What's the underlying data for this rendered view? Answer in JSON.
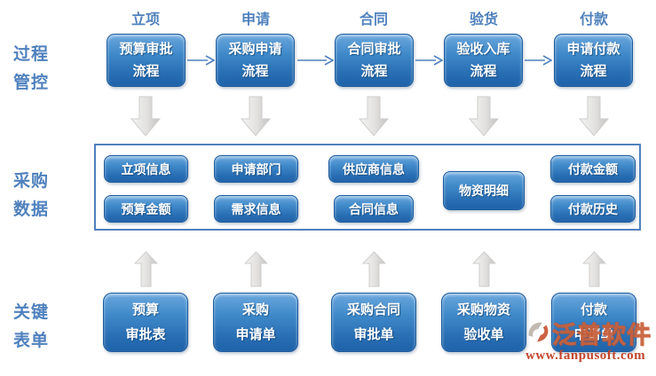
{
  "sections": {
    "process": {
      "label": [
        "过程",
        "管控"
      ]
    },
    "data": {
      "label": [
        "采购",
        "数据"
      ]
    },
    "forms": {
      "label": [
        "关键",
        "表单"
      ]
    }
  },
  "columns": [
    {
      "stage": "立项",
      "process": [
        "预算审批",
        "流程"
      ],
      "data": [
        "立项信息",
        "预算金额"
      ],
      "form": [
        "预算",
        "审批表"
      ]
    },
    {
      "stage": "申请",
      "process": [
        "采购申请",
        "流程"
      ],
      "data": [
        "申请部门",
        "需求信息"
      ],
      "form": [
        "采购",
        "申请单"
      ]
    },
    {
      "stage": "合同",
      "process": [
        "合同审批",
        "流程"
      ],
      "data": [
        "供应商信息",
        "合同信息"
      ],
      "form": [
        "采购合同",
        "审批单"
      ]
    },
    {
      "stage": "验货",
      "process": [
        "验收入库",
        "流程"
      ],
      "data": [
        "物资明细"
      ],
      "form": [
        "采购物资",
        "验收单"
      ]
    },
    {
      "stage": "付款",
      "process": [
        "申请付款",
        "流程"
      ],
      "data": [
        "付款金额",
        "付款历史"
      ],
      "form": [
        "付款",
        "申请单"
      ]
    }
  ],
  "watermark": {
    "brand": "泛普软件",
    "url": "www.fanpusoft.com"
  },
  "colors": {
    "accent_blue": "#4f81bd",
    "box_gradient_top": "#6ba7dd",
    "box_gradient_bottom": "#1e62a9",
    "box_border": "#1c5a9c",
    "arrow_gray": "#d9d9d9",
    "watermark_red": "#c2452c"
  }
}
